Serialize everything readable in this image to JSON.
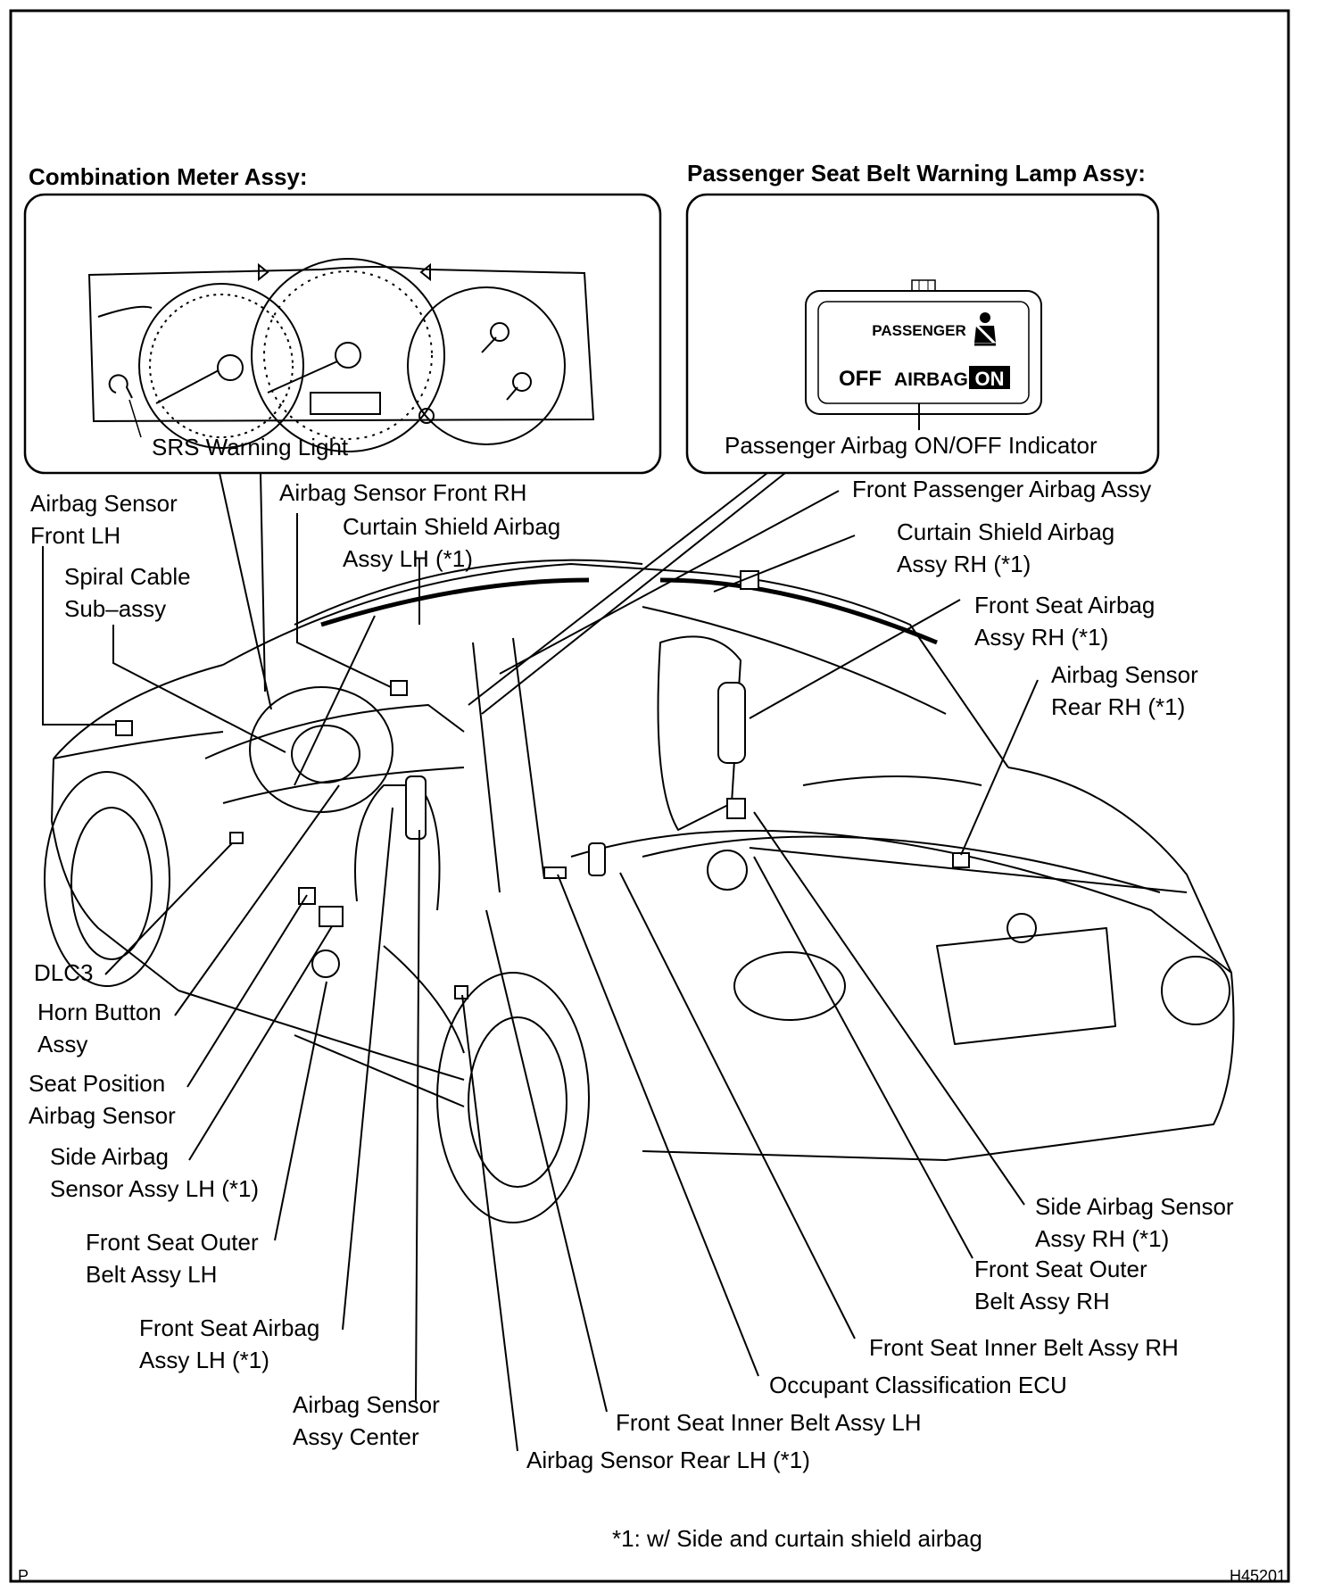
{
  "headings": {
    "combination_meter": "Combination Meter Assy:",
    "passenger_lamp": "Passenger Seat Belt Warning Lamp Assy:"
  },
  "inset_meter": {
    "srs_label": "SRS Warning Light"
  },
  "inset_lamp": {
    "passenger_text": "PASSENGER",
    "off_text": "OFF",
    "airbag_text": "AIRBAG",
    "on_text": "ON",
    "indicator_label": "Passenger Airbag ON/OFF Indicator"
  },
  "labels": {
    "airbag_sensor_front_lh": [
      "Airbag Sensor",
      "Front LH"
    ],
    "spiral_cable": [
      "Spiral Cable",
      "Sub–assy"
    ],
    "airbag_sensor_front_rh": [
      "Airbag Sensor Front RH"
    ],
    "curtain_lh": [
      "Curtain Shield Airbag",
      "Assy LH (*1)"
    ],
    "front_passenger_airbag": [
      "Front Passenger Airbag Assy"
    ],
    "curtain_rh": [
      "Curtain Shield Airbag",
      "Assy RH (*1)"
    ],
    "front_seat_airbag_rh": [
      "Front Seat Airbag",
      "Assy RH (*1)"
    ],
    "airbag_sensor_rear_rh": [
      "Airbag Sensor",
      "Rear RH (*1)"
    ],
    "dlc3": [
      "DLC3"
    ],
    "horn_button": [
      "Horn Button",
      "Assy"
    ],
    "seat_position_sensor": [
      "Seat Position",
      "Airbag Sensor"
    ],
    "side_sensor_lh": [
      "Side Airbag",
      "Sensor Assy LH (*1)"
    ],
    "outer_belt_lh": [
      "Front Seat Outer",
      "Belt Assy LH"
    ],
    "front_seat_airbag_lh": [
      "Front Seat Airbag",
      "Assy LH (*1)"
    ],
    "sensor_center": [
      "Airbag Sensor",
      "Assy Center"
    ],
    "side_sensor_rh": [
      "Side Airbag Sensor",
      "Assy RH (*1)"
    ],
    "outer_belt_rh": [
      "Front Seat Outer",
      "Belt Assy RH"
    ],
    "inner_belt_rh": [
      "Front Seat Inner Belt Assy RH"
    ],
    "occupant_ecu": [
      "Occupant Classification ECU"
    ],
    "inner_belt_lh": [
      "Front Seat Inner Belt Assy LH"
    ],
    "airbag_sensor_rear_lh": [
      "Airbag Sensor Rear LH (*1)"
    ]
  },
  "footnote": "*1: w/ Side and curtain shield airbag",
  "corner_left": "P",
  "corner_right": "H45201"
}
